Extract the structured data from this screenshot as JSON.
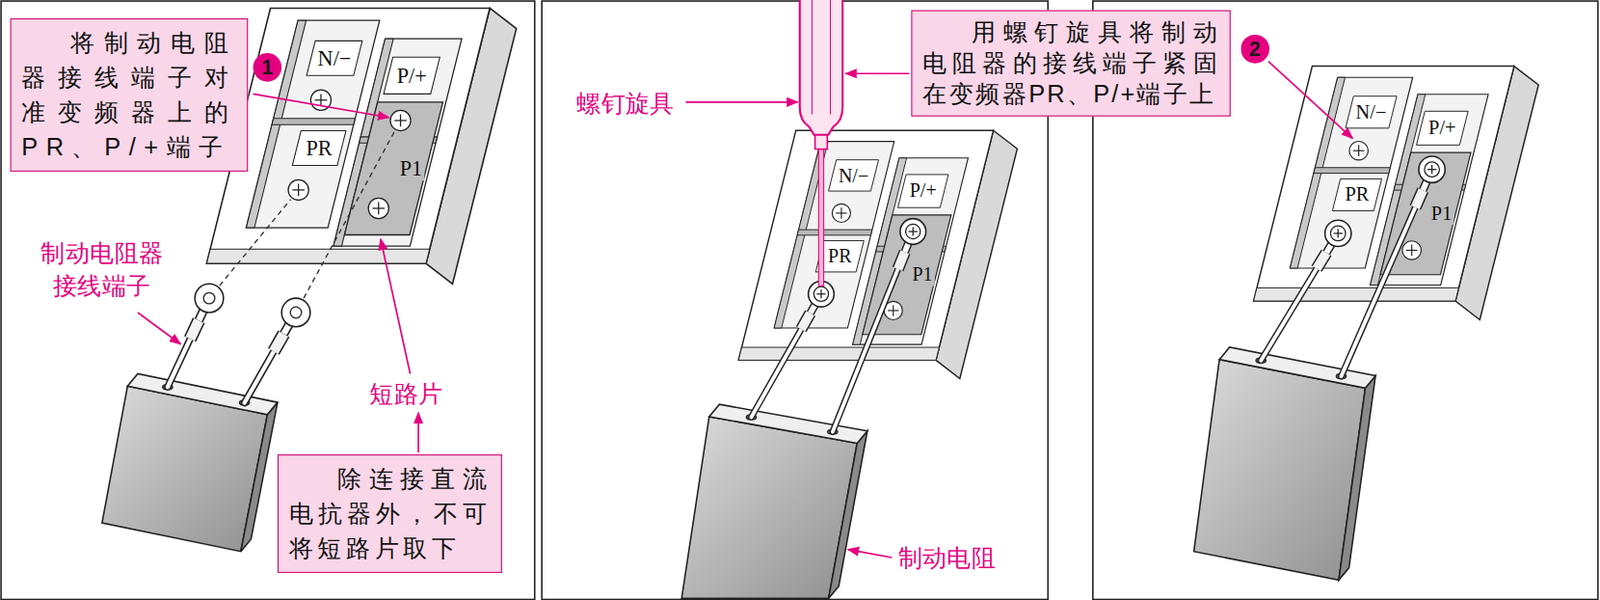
{
  "diagram": {
    "nodes": [
      {
        "text": [
          "将制动电阻 器接线端子对 准变频器上的 PR、P/+端子"
        ]
      },
      {
        "text": [
          "除连接直流 电抗器外，不可 将短路片取下"
        ]
      },
      {
        "text": [
          "用螺钉旋具将制动 电阻器的接线端子紧固 在变频器PR、P/+端子上"
        ]
      }
    ],
    "labels": [
      "1",
      "N/−",
      "P/+",
      "PR",
      "P1",
      "制动电阻器 接线端子",
      "短路片",
      "螺钉旋具",
      "N/−",
      "P/+",
      "PR",
      "P1",
      "制动电阻",
      "2",
      "N/−",
      "P/+",
      "PR",
      "P1"
    ]
  }
}
